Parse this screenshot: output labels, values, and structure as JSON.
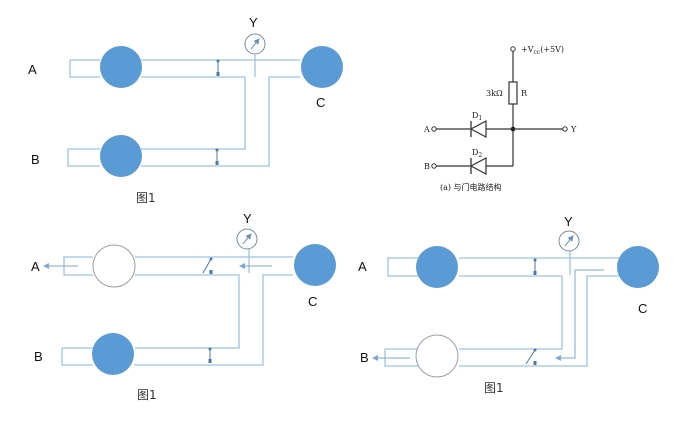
{
  "colors": {
    "filled_node": "#5b9bd5",
    "pipe": "#9dc3e6",
    "arrow": "#7aa7d4",
    "empty_node_stroke": "#9aa0a6",
    "schematic": "#333333"
  },
  "panel1": {
    "label_a": "A",
    "label_b": "B",
    "label_c": "C",
    "label_y": "Y",
    "caption": "图1",
    "state": "A filled, B filled, C filled, both valves closed"
  },
  "schematic": {
    "vcc_label": "+V",
    "vcc_sub": "cc",
    "vcc_value": "(+5V)",
    "resistor_value": "3kΩ",
    "resistor_name": "R",
    "diode1": "D",
    "diode1_sub": "1",
    "diode2": "D",
    "diode2_sub": "2",
    "input_a": "A",
    "input_b": "B",
    "output_y": "Y",
    "caption": "(a) 与门电路结构"
  },
  "panel2": {
    "label_a": "A",
    "label_b": "B",
    "label_c": "C",
    "label_y": "Y",
    "caption": "图1",
    "state": "A empty (flowing out), valve A open, B filled, C filled"
  },
  "panel3": {
    "label_a": "A",
    "label_b": "B",
    "label_c": "C",
    "label_y": "Y",
    "caption": "图1",
    "state": "A filled, B empty (flowing out), valve B open, C filled"
  }
}
